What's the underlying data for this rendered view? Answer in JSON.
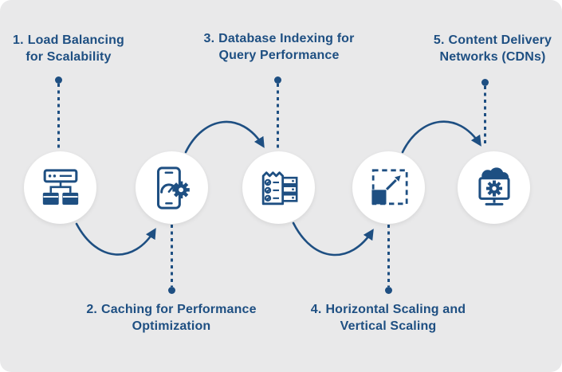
{
  "colors": {
    "background": "#e9e9ea",
    "accent": "#1e4f82",
    "circle": "#ffffff"
  },
  "steps": [
    {
      "number": "1.",
      "line1": "Load Balancing",
      "line2": "for Scalability",
      "icon": "load-balancer-icon",
      "label_position": "top"
    },
    {
      "number": "2.",
      "line1": "Caching for Performance",
      "line2": "Optimization",
      "icon": "caching-performance-icon",
      "label_position": "bottom"
    },
    {
      "number": "3.",
      "line1": "Database Indexing for",
      "line2": "Query Performance",
      "icon": "database-indexing-icon",
      "label_position": "top"
    },
    {
      "number": "4.",
      "line1": "Horizontal Scaling and",
      "line2": "Vertical Scaling",
      "icon": "horizontal-vertical-scaling-icon",
      "label_position": "bottom"
    },
    {
      "number": "5.",
      "line1": "Content Delivery",
      "line2": "Networks (CDNs)",
      "icon": "cdn-icon",
      "label_position": "top"
    }
  ]
}
